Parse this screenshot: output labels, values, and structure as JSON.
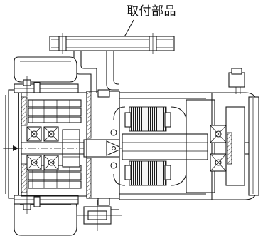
{
  "callout": {
    "label": "取付部品"
  },
  "icons": {
    "leader-dot": "filled-circle",
    "center-arrow": "arrow-right"
  }
}
